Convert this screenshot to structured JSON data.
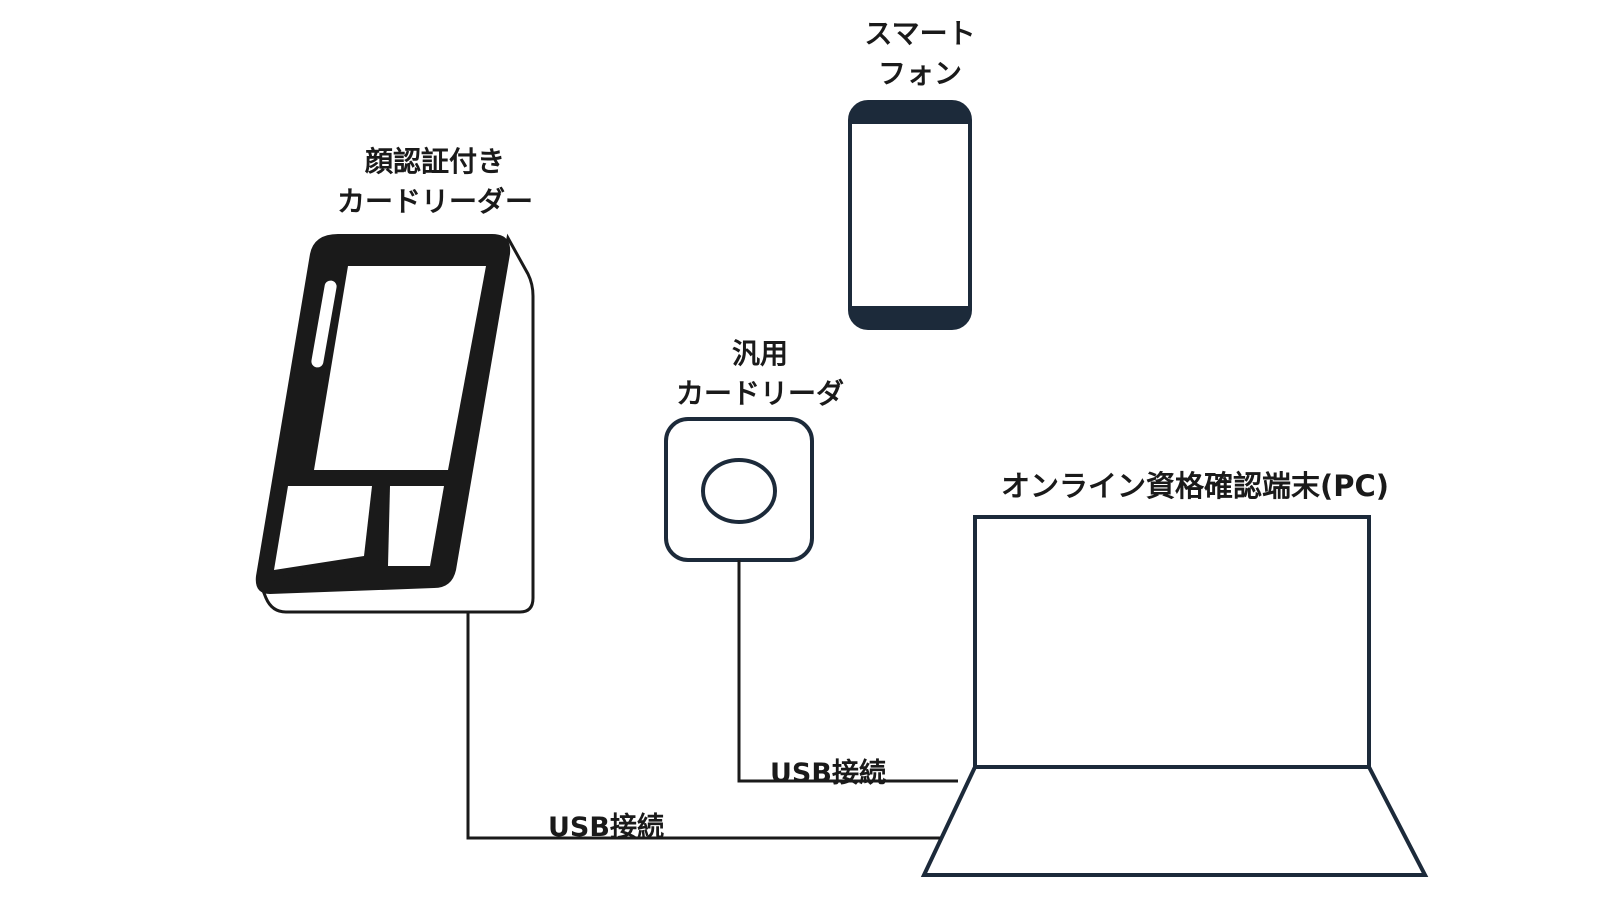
{
  "devices": {
    "face_reader": {
      "label_line1": "顔認証付き",
      "label_line2": "カードリーダー"
    },
    "smartphone": {
      "label_line1": "スマート",
      "label_line2": "フォン"
    },
    "general_reader": {
      "label_line1": "汎用",
      "label_line2": "カードリーダ"
    },
    "pc": {
      "label": "オンライン資格確認端末(PC)"
    }
  },
  "connections": {
    "general_reader_usb": "USB接続",
    "face_reader_usb": "USB接続"
  },
  "colors": {
    "ink": "#1a1a1a",
    "navy_outline": "#1c2a3a",
    "background": "#ffffff"
  }
}
